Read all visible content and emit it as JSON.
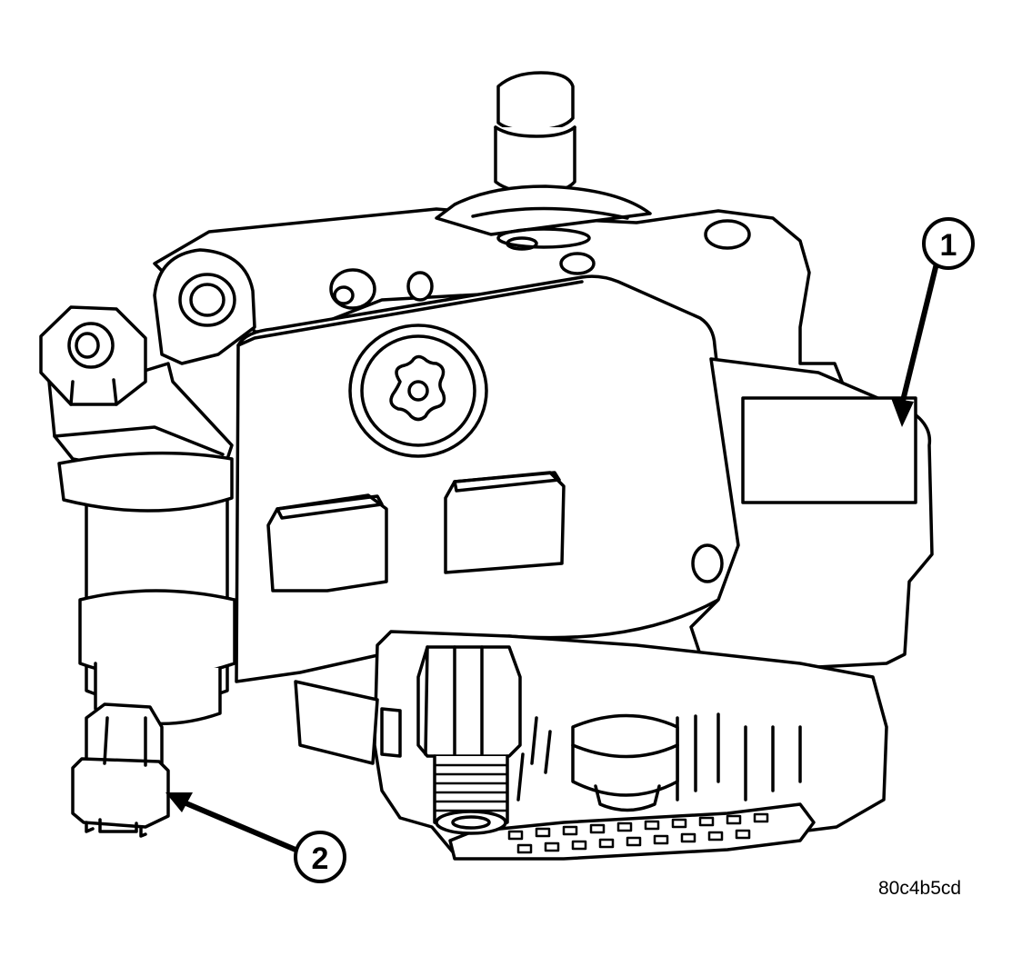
{
  "figure": {
    "callouts": [
      {
        "number": "1",
        "target": "label-plate"
      },
      {
        "number": "2",
        "target": "connector"
      }
    ],
    "code": "80c4b5cd",
    "colors": {
      "line": "#000000",
      "background": "#ffffff"
    }
  }
}
